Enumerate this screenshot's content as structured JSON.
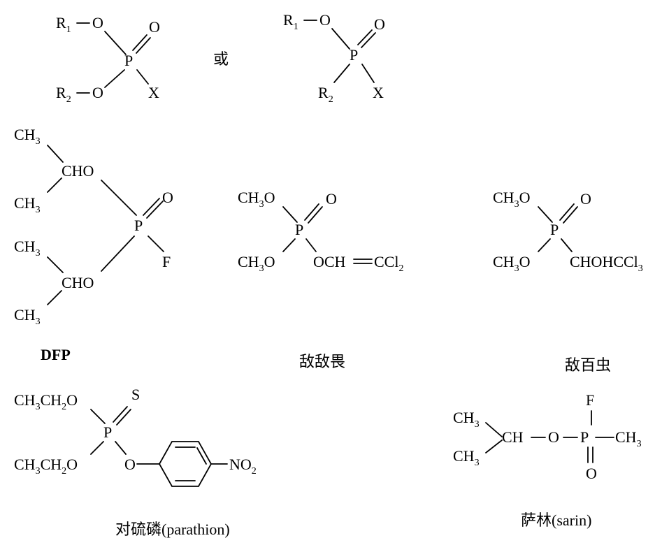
{
  "or_label": "或",
  "general": {
    "left": {
      "r1": "R",
      "r1_sub": "1",
      "r2": "R",
      "r2_sub": "2",
      "o_ester": "O",
      "p": "P",
      "o_double": "O",
      "x": "X"
    },
    "right": {
      "r1": "R",
      "r1_sub": "1",
      "r2": "R",
      "r2_sub": "2",
      "o_ester": "O",
      "p": "P",
      "o_double": "O",
      "x": "X"
    }
  },
  "dfp": {
    "ch": "CH",
    "ch_sub": "3",
    "cho": "CHO",
    "p": "P",
    "o": "O",
    "f": "F",
    "caption": "DFP"
  },
  "dichlorvos": {
    "ch3o": "CH",
    "ch3o_sub": "3",
    "ch3o_o": "O",
    "p": "P",
    "o": "O",
    "och_left": "OCH",
    "ccl_left": "CCl",
    "ccl_sub": "2",
    "caption": "敌敌畏"
  },
  "trichlorfon": {
    "ch3o": "CH",
    "ch3o_sub": "3",
    "ch3o_o": "O",
    "p": "P",
    "o": "O",
    "chohccl": "CHOHCCl",
    "ccl_sub": "3",
    "caption": "敌百虫"
  },
  "parathion": {
    "ch3ch2o": "CH",
    "sub3": "3",
    "ch2": "CH",
    "sub2": "2",
    "o_tail": "O",
    "p": "P",
    "s": "S",
    "o": "O",
    "no2": "NO",
    "no2_sub": "2",
    "caption": "对硫磷(parathion)"
  },
  "sarin": {
    "ch": "CH",
    "ch_sub": "3",
    "ch_center": "CH",
    "o": "O",
    "p": "P",
    "f": "F",
    "o_bottom": "O",
    "ch3_right": "CH",
    "ch3_right_sub": "3",
    "caption": "萨林(sarin)"
  }
}
